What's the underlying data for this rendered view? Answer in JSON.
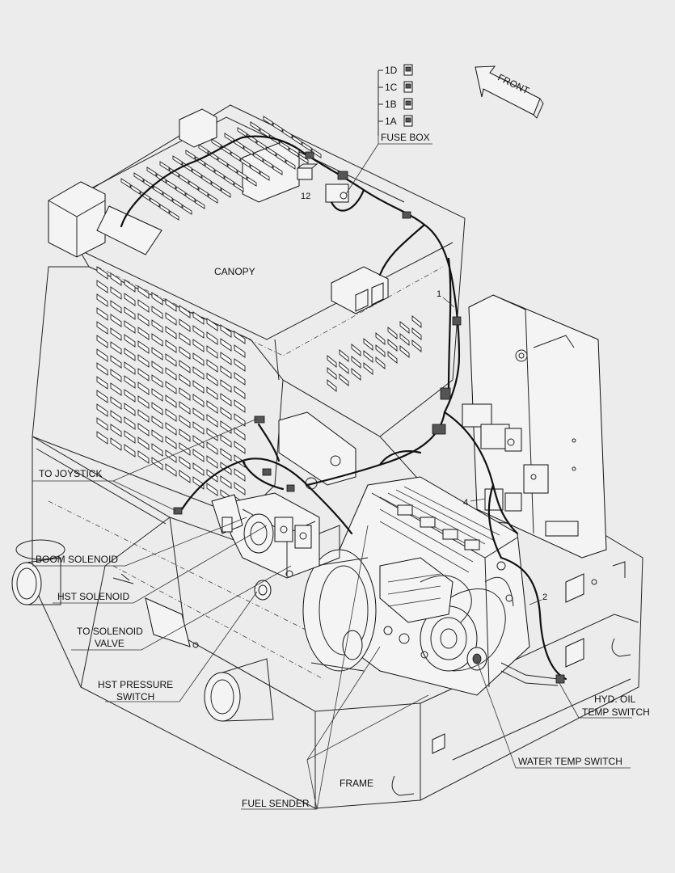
{
  "diagram": {
    "labels": {
      "fuse_box": "FUSE BOX",
      "canopy": "CANOPY",
      "to_joystick": "TO JOYSTICK",
      "boom_solenoid": "BOOM SOLENOID",
      "hst_solenoid": "HST SOLENOID",
      "to_solenoid_valve_1": "TO SOLENOID",
      "to_solenoid_valve_2": "VALVE",
      "hst_pressure_switch_1": "HST PRESSURE",
      "hst_pressure_switch_2": "SWITCH",
      "frame": "FRAME",
      "fuel_sender": "FUEL SENDER",
      "water_temp_switch": "WATER TEMP SWITCH",
      "hyd_oil_temp_switch_1": "HYD. OIL",
      "hyd_oil_temp_switch_2": "TEMP SWITCH",
      "front": "FRONT"
    },
    "fuses": [
      "1D",
      "1C",
      "1B",
      "1A"
    ],
    "callouts": {
      "c12": "12",
      "c1": "1",
      "c4": "4",
      "c2": "2"
    }
  }
}
